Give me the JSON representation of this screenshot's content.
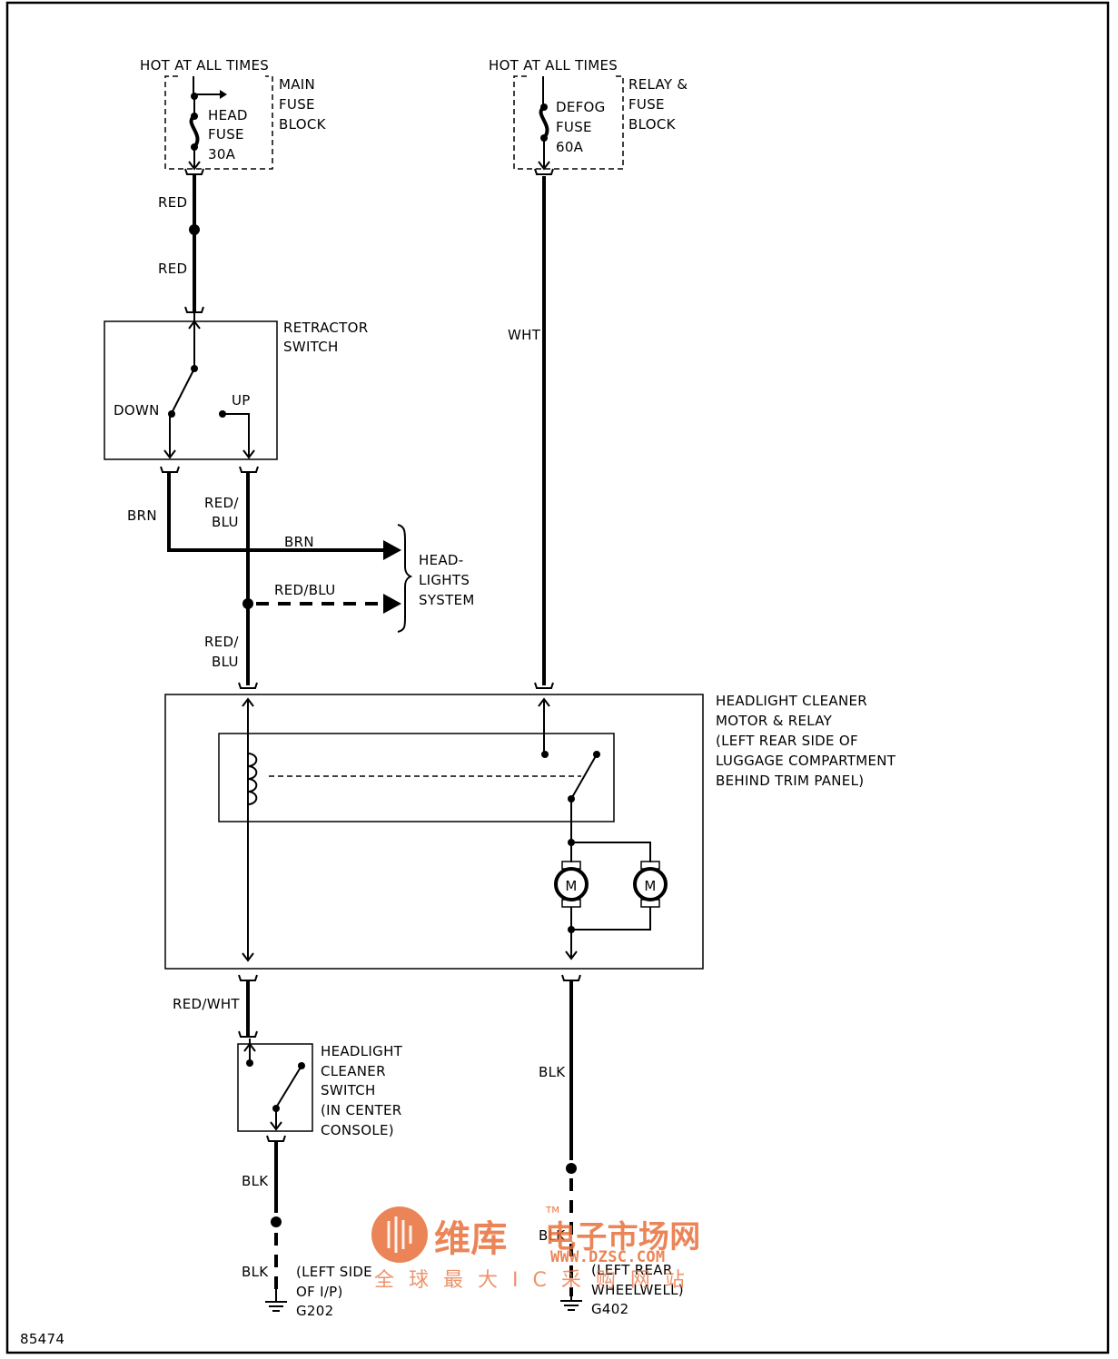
{
  "diagram": {
    "labels": {
      "hot_left": "HOT AT ALL TIMES",
      "hot_right": "HOT AT ALL TIMES",
      "main_fuse_block": [
        "MAIN",
        "FUSE",
        "BLOCK"
      ],
      "head_fuse": [
        "HEAD",
        "FUSE",
        "30A"
      ],
      "defog_fuse": [
        "DEFOG",
        "FUSE",
        "60A"
      ],
      "relay_fuse_block": [
        "RELAY &",
        "FUSE",
        "BLOCK"
      ],
      "red_1": "RED",
      "red_2": "RED",
      "wht": "WHT",
      "retractor_switch": [
        "RETRACTOR",
        "SWITCH"
      ],
      "down": "DOWN",
      "up": "UP",
      "brn_left": "BRN",
      "red_blu_1": [
        "RED/",
        "BLU"
      ],
      "brn_branch": "BRN",
      "red_blu_branch": "RED/BLU",
      "headlights_system": [
        "HEAD-",
        "LIGHTS",
        "SYSTEM"
      ],
      "red_blu_2": [
        "RED/",
        "BLU"
      ],
      "motor_relay": [
        "HEADLIGHT CLEANER",
        "MOTOR & RELAY",
        "(LEFT REAR SIDE OF",
        "LUGGAGE COMPARTMENT",
        "BEHIND TRIM PANEL)"
      ],
      "motor_symbol": "M",
      "red_wht": "RED/WHT",
      "cleaner_switch": [
        "HEADLIGHT",
        "CLEANER",
        "SWITCH",
        "(IN CENTER",
        "CONSOLE)"
      ],
      "blk_right": "BLK",
      "blk_left_1": "BLK",
      "blk_left_2": "BLK",
      "blk_right_2": "BLK",
      "ground_left_loc": [
        "(LEFT SIDE",
        "OF I/P)"
      ],
      "ground_left_id": "G202",
      "ground_right_loc": [
        "(LEFT REAR",
        "WHEELWELL)"
      ],
      "ground_right_id": "G402",
      "figure_id": "85474"
    },
    "watermark": {
      "brand": "维库",
      "tm": "TM",
      "brand2": "电子市场网",
      "url": "WWW.DZSC.COM",
      "slogan": "全球最大IC采购网站",
      "color": "#e8703a"
    }
  }
}
